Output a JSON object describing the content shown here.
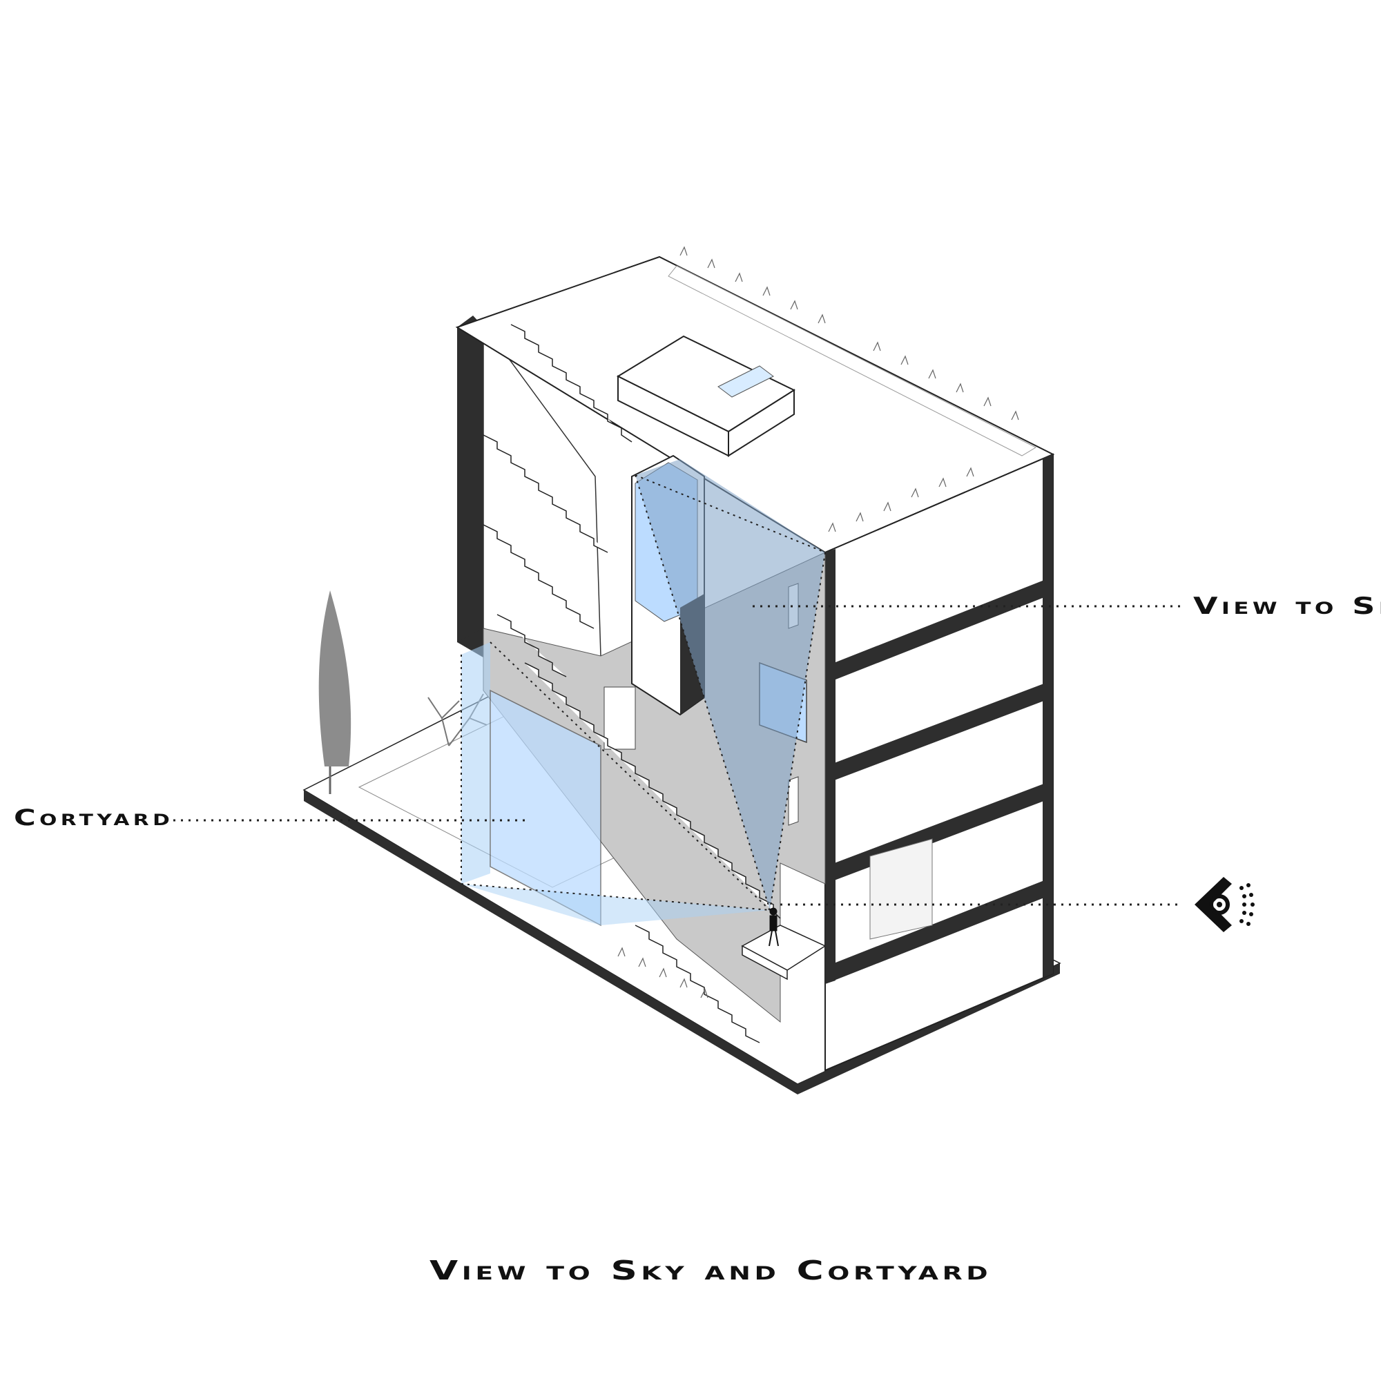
{
  "labels": {
    "view_to_sky": "View to Sky",
    "courtyard": "Cortyard"
  },
  "caption": "View to Sky and Cortyard",
  "icons": {
    "viewpoint": "eye-icon"
  },
  "colors": {
    "cut_wall": "#2e2e2e",
    "view_cone_sky": "#7fa3c7",
    "view_cone_courtyard": "#a9d2f5",
    "glass": "#bcdcff",
    "interior_wall": "#c9c9c9",
    "tree": "#8c8c8c",
    "dotted_line": "#222222"
  }
}
